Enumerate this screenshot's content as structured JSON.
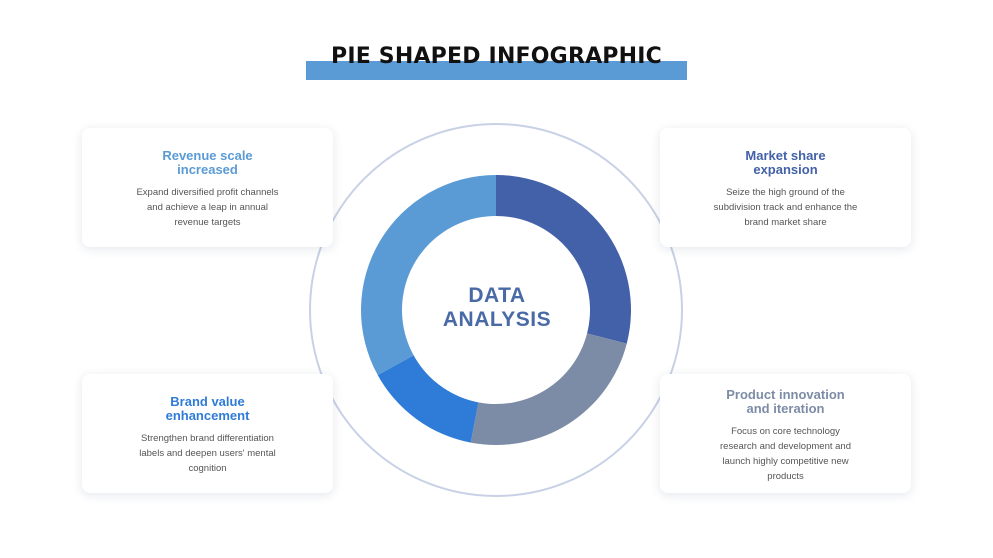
{
  "title": "PIE SHAPED INFOGRAPHIC",
  "center": {
    "line1": "DATA",
    "line2": "ANALYSIS"
  },
  "colors": {
    "title_bar": "#5b9bd5",
    "outer_ring": "#c9d1e6",
    "segment_market_share": "#4361a8",
    "segment_product_innovation": "#7d8ca6",
    "segment_brand_value": "#2f7bd8",
    "segment_revenue_scale": "#5b9bd5"
  },
  "chart_data": {
    "type": "pie",
    "style": "donut",
    "segments": [
      {
        "label": "Market share expansion",
        "value": 29,
        "color": "#4361a8"
      },
      {
        "label": "Product innovation and iteration",
        "value": 24,
        "color": "#7d8ca6"
      },
      {
        "label": "Brand value enhancement",
        "value": 14,
        "color": "#2f7bd8"
      },
      {
        "label": "Revenue scale increased",
        "value": 33,
        "color": "#5b9bd5"
      }
    ]
  },
  "cards": {
    "revenue": {
      "title_line1": "Revenue scale",
      "title_line2": "increased",
      "desc_line1": "Expand diversified profit channels",
      "desc_line2": "and achieve a leap in annual",
      "desc_line3": "revenue targets"
    },
    "market": {
      "title_line1": "Market share",
      "title_line2": "expansion",
      "desc_line1": "Seize the high ground of the",
      "desc_line2": "subdivision track and enhance the",
      "desc_line3": "brand market share"
    },
    "brand": {
      "title_line1": "Brand value",
      "title_line2": "enhancement",
      "desc_line1": "Strengthen brand differentiation",
      "desc_line2": "labels and deepen users' mental",
      "desc_line3": "cognition"
    },
    "product": {
      "title_line1": "Product innovation",
      "title_line2": "and iteration",
      "desc_line1": "Focus on core technology",
      "desc_line2": "research and development and",
      "desc_line3": "launch highly competitive new",
      "desc_line4": "products"
    }
  }
}
